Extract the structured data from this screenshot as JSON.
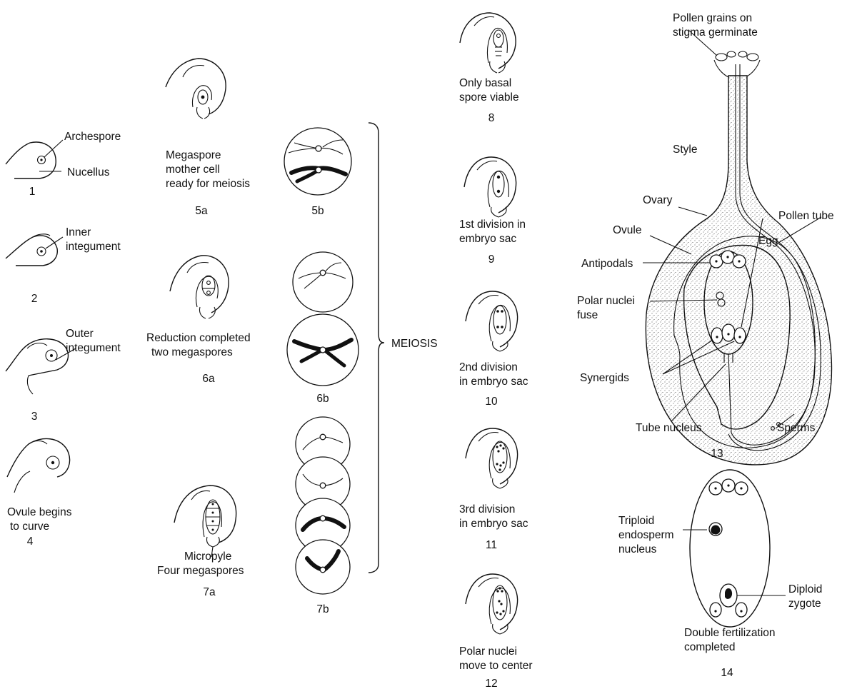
{
  "stages": {
    "s1": {
      "number": "1",
      "labels": {
        "archespore": "Archespore",
        "nucellus": "Nucellus"
      }
    },
    "s2": {
      "number": "2",
      "labels": {
        "inner_integument_1": "Inner",
        "inner_integument_2": "integument"
      }
    },
    "s3": {
      "number": "3",
      "labels": {
        "outer_integument_1": "Outer",
        "outer_integument_2": "integument"
      }
    },
    "s4": {
      "number": "4",
      "caption": [
        "Ovule begins",
        "to curve"
      ]
    },
    "s5a": {
      "number": "5a",
      "caption": [
        "Megaspore",
        "mother cell",
        "ready for meiosis"
      ]
    },
    "s5b": {
      "number": "5b"
    },
    "s6a": {
      "number": "6a",
      "caption": [
        "Reduction completed",
        "two megaspores"
      ]
    },
    "s6b": {
      "number": "6b"
    },
    "s7a": {
      "number": "7a",
      "caption": [
        "Micropyle",
        "Four megaspores"
      ]
    },
    "s7b": {
      "number": "7b"
    },
    "meiosis": "MEIOSIS",
    "s8": {
      "number": "8",
      "caption": [
        "Only basal",
        "spore viable"
      ]
    },
    "s9": {
      "number": "9",
      "caption": [
        "1st division in",
        "embryo sac"
      ]
    },
    "s10": {
      "number": "10",
      "caption": [
        "2nd division",
        "in embryo sac"
      ]
    },
    "s11": {
      "number": "11",
      "caption": [
        "3rd division",
        "in embryo sac"
      ]
    },
    "s12": {
      "number": "12",
      "caption": [
        "Polar nuclei",
        "move to center"
      ]
    },
    "s13": {
      "number": "13",
      "labels": {
        "pollen_1": "Pollen grains on",
        "pollen_2": "stigma germinate",
        "style": "Style",
        "ovary": "Ovary",
        "pollen_tube": "Pollen tube",
        "ovule": "Ovule",
        "egg": "Egg",
        "antipodals": "Antipodals",
        "polar_1": "Polar nuclei",
        "polar_2": "fuse",
        "synergids": "Synergids",
        "tube_nucleus": "Tube nucleus",
        "sperms": "Sperms"
      }
    },
    "s14": {
      "number": "14",
      "labels": {
        "triploid_1": "Triploid",
        "triploid_2": "endosperm",
        "triploid_3": "nucleus",
        "diploid_1": "Diploid",
        "diploid_2": "zygote",
        "double_1": "Double fertilization",
        "double_2": "completed"
      }
    }
  }
}
